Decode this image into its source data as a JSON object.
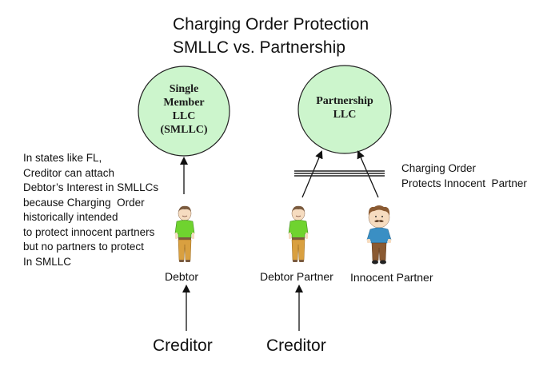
{
  "title": {
    "line1": "Charging Order Protection",
    "line2": "SMLLC vs. Partnership"
  },
  "entities": {
    "smllc": {
      "lines": [
        "Single",
        "Member",
        "LLC",
        "(SMLLC)"
      ],
      "fill": "#ccf5cc"
    },
    "partnership": {
      "lines": [
        "Partnership",
        "LLC"
      ],
      "fill": "#ccf5cc"
    }
  },
  "people": {
    "debtor": {
      "label": "Debtor",
      "icon": "man-green-shirt-icon"
    },
    "debtor_partner": {
      "label": "Debtor Partner",
      "icon": "man-green-shirt-icon"
    },
    "innocent_partner": {
      "label": "Innocent Partner",
      "icon": "man-blue-shirt-mustache-icon"
    }
  },
  "creditors": {
    "left": "Creditor",
    "right": "Creditor"
  },
  "notes": {
    "smllc_note": [
      "In states like FL,",
      "Creditor can attach",
      "Debtor’s Interest in SMLLCs",
      "because Charging  Order",
      "historically intended",
      "to protect innocent partners",
      "but no partners to protect",
      "In SMLLC"
    ],
    "barrier_note": [
      "Charging Order",
      "Protects Innocent  Partner"
    ]
  },
  "colors": {
    "ellipse_fill": "#ccf5cc",
    "ellipse_stroke": "#222222",
    "green_shirt": "#6fd32f",
    "blue_shirt": "#3a8fc4",
    "pants_tan": "#d9a040",
    "pants_brown": "#8a5a32",
    "skin": "#f6dcc0",
    "hair": "#7a5a3e"
  }
}
